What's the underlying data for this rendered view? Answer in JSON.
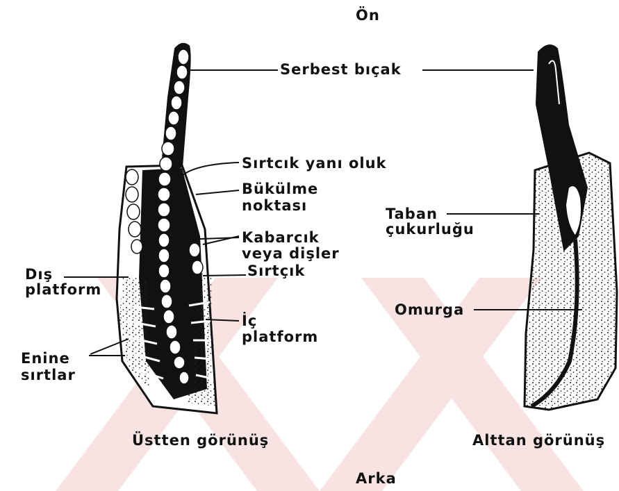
{
  "orientation": {
    "top": "Ön",
    "bottom": "Arka"
  },
  "views": {
    "upper": {
      "caption": "Üstten görünüş"
    },
    "lower": {
      "caption": "Alttan görünüş"
    }
  },
  "labels": {
    "free_blade": "Serbest  bıçak",
    "adcarinal_groove": "Sırtcık yanı oluk",
    "bend_point_1": "Bükülme",
    "bend_point_2": "noktası",
    "nodes_1": "Kabarcık",
    "nodes_2": "veya dişler",
    "carina": "Sırtçık",
    "outer_platform_1": "Dış",
    "outer_platform_2": "platform",
    "inner_platform_1": "İç",
    "inner_platform_2": "platform",
    "transverse_ridges_1": "Enine",
    "transverse_ridges_2": "sırtlar",
    "basal_pit_1": "Taban",
    "basal_pit_2": "çukurluğu",
    "keel": "Omurga"
  },
  "colors": {
    "ink": "#111111",
    "watermark": "#f8e3e3"
  }
}
